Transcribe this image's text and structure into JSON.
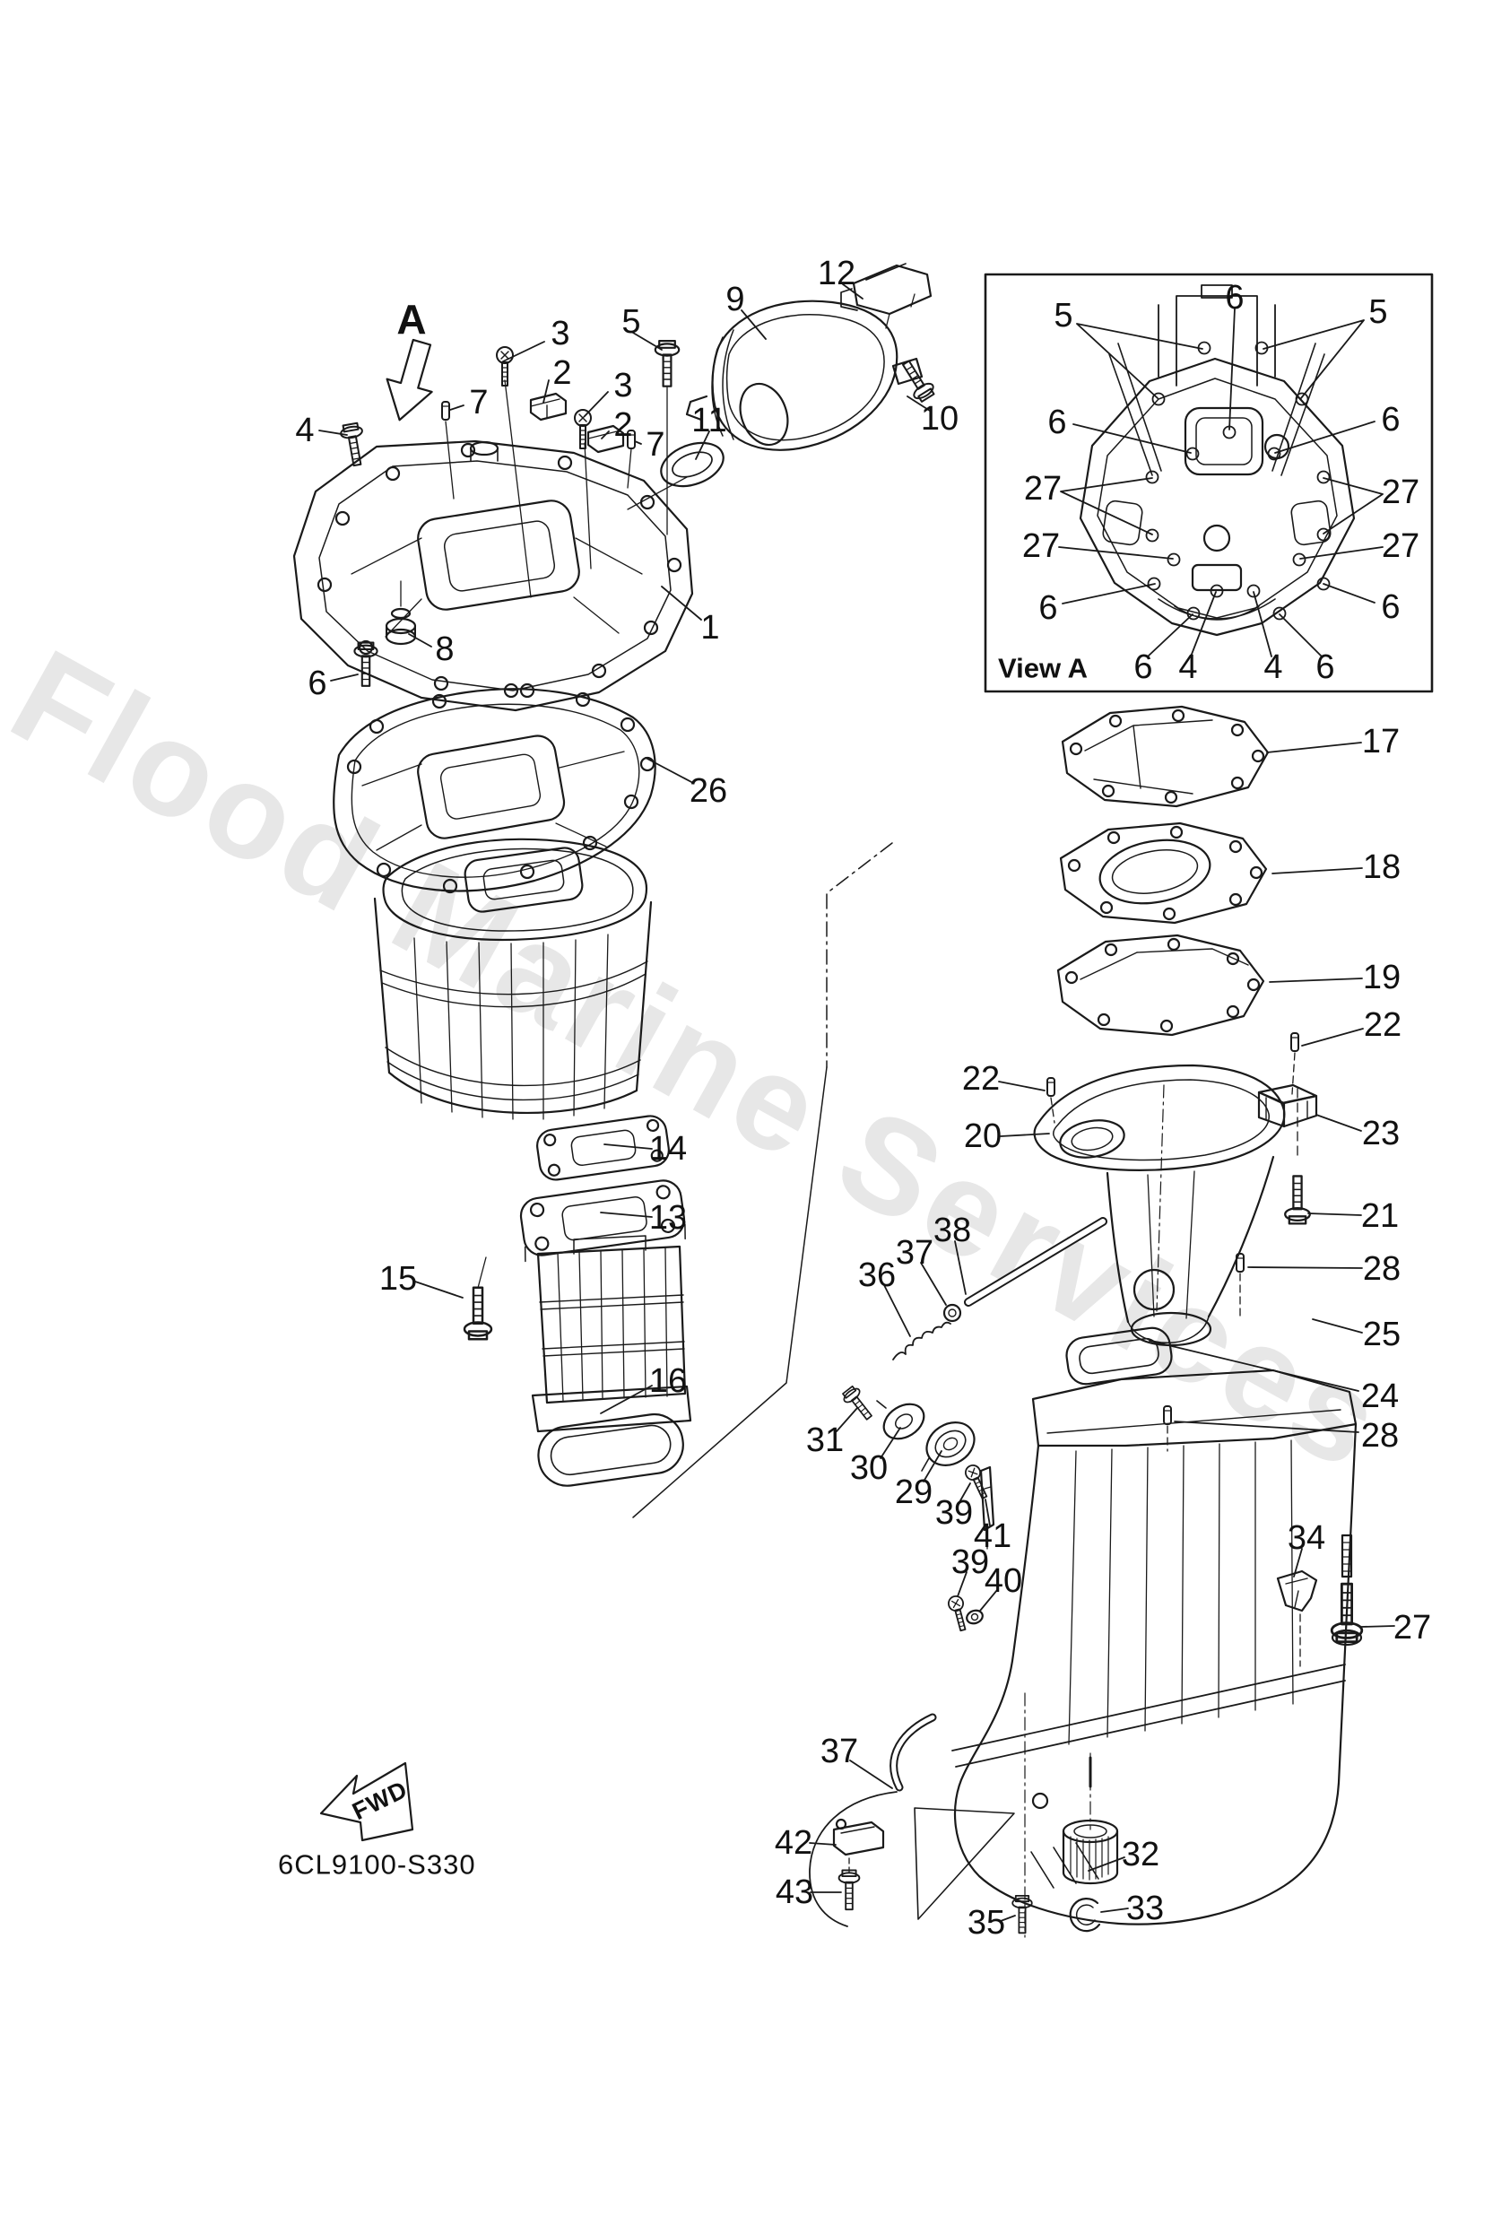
{
  "page": {
    "watermark": "Flood Marine Services",
    "drawing_number": "6CL9100-S330",
    "fwd_label": "FWD",
    "view_ref_label": "A",
    "background": "#ffffff",
    "ink_color": "#1a1a1a",
    "watermark_color": "#e7e7e7"
  },
  "inset": {
    "title": "View A"
  },
  "callouts": [
    {
      "label": "3"
    },
    {
      "label": "2"
    },
    {
      "label": "3"
    },
    {
      "label": "2"
    },
    {
      "label": "7"
    },
    {
      "label": "7"
    },
    {
      "label": "5"
    },
    {
      "label": "9"
    },
    {
      "label": "11"
    },
    {
      "label": "12"
    },
    {
      "label": "10"
    },
    {
      "label": "4"
    },
    {
      "label": "1"
    },
    {
      "label": "8"
    },
    {
      "label": "6"
    },
    {
      "label": "26"
    },
    {
      "label": "14"
    },
    {
      "label": "13"
    },
    {
      "label": "15"
    },
    {
      "label": "16"
    },
    {
      "label": "17"
    },
    {
      "label": "18"
    },
    {
      "label": "19"
    },
    {
      "label": "22"
    },
    {
      "label": "22"
    },
    {
      "label": "20"
    },
    {
      "label": "23"
    },
    {
      "label": "21"
    },
    {
      "label": "28"
    },
    {
      "label": "25"
    },
    {
      "label": "24"
    },
    {
      "label": "28"
    },
    {
      "label": "38"
    },
    {
      "label": "37"
    },
    {
      "label": "36"
    },
    {
      "label": "31"
    },
    {
      "label": "30"
    },
    {
      "label": "29"
    },
    {
      "label": "39"
    },
    {
      "label": "41"
    },
    {
      "label": "39"
    },
    {
      "label": "40"
    },
    {
      "label": "34"
    },
    {
      "label": "27"
    },
    {
      "label": "37"
    },
    {
      "label": "42"
    },
    {
      "label": "43"
    },
    {
      "label": "35"
    },
    {
      "label": "32"
    },
    {
      "label": "33"
    },
    {
      "label": "5"
    },
    {
      "label": "6"
    },
    {
      "label": "5"
    },
    {
      "label": "6"
    },
    {
      "label": "6"
    },
    {
      "label": "27"
    },
    {
      "label": "27"
    },
    {
      "label": "27"
    },
    {
      "label": "27"
    },
    {
      "label": "6"
    },
    {
      "label": "6"
    },
    {
      "label": "6"
    },
    {
      "label": "4"
    },
    {
      "label": "4"
    },
    {
      "label": "6"
    }
  ]
}
